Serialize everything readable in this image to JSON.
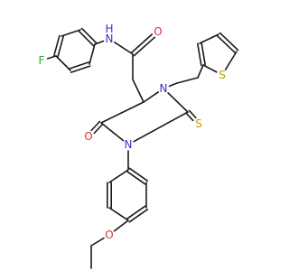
{
  "atoms": {
    "F": "F",
    "NH": "N",
    "H": "H",
    "O_amide": "O",
    "N1": "N",
    "N2": "N",
    "O_ring": "O",
    "S_thione": "S",
    "S_thiophene": "S",
    "O_ether": "O"
  },
  "colors": {
    "bond": "#1a1a1a",
    "N": "#3333cc",
    "O": "#e03030",
    "S": "#b8a000",
    "F": "#33aa33",
    "C": "#1a1a1a"
  }
}
